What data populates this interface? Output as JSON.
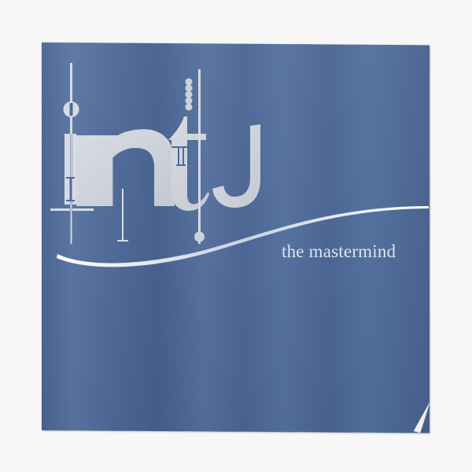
{
  "poster": {
    "title": "intj",
    "small_letters": [
      "I",
      "N",
      "T",
      "j"
    ],
    "tagline": "the mastermind"
  },
  "colors": {
    "background": "#f7f7f7",
    "poster_blue": "#4f6a99",
    "glyph_silver": "#cfd4db",
    "text_light": "#dfe4ee"
  }
}
